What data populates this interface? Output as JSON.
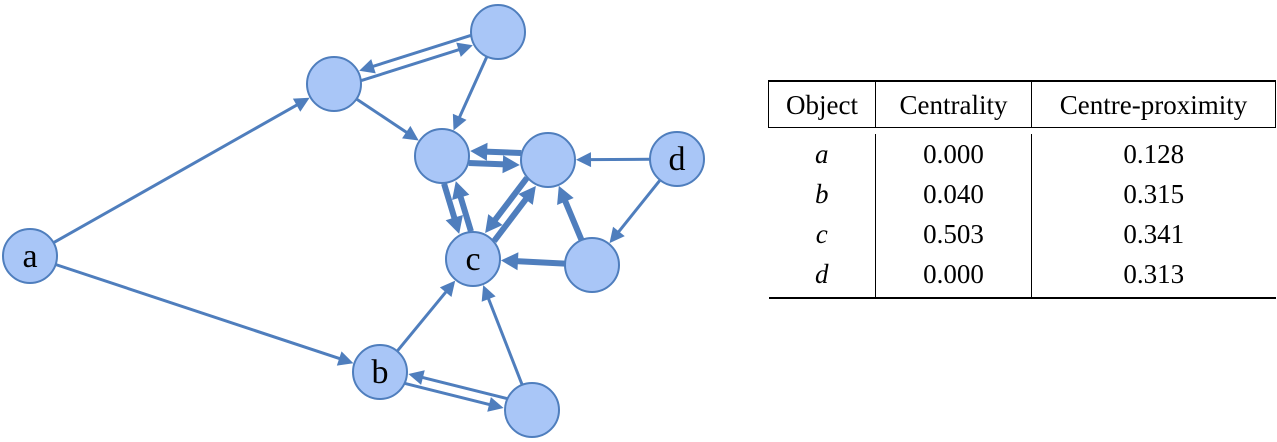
{
  "graph": {
    "node_color": "#a9c6f7",
    "edge_color": "#4f7ebd",
    "nodes": [
      {
        "id": "a",
        "label": "a"
      },
      {
        "id": "b",
        "label": "b"
      },
      {
        "id": "c",
        "label": "c"
      },
      {
        "id": "d",
        "label": "d"
      },
      {
        "id": "n1",
        "label": ""
      },
      {
        "id": "n2",
        "label": ""
      },
      {
        "id": "n3",
        "label": ""
      },
      {
        "id": "n4",
        "label": ""
      },
      {
        "id": "n5",
        "label": ""
      },
      {
        "id": "n6",
        "label": ""
      }
    ],
    "edges": [
      {
        "from": "a",
        "to": "n1",
        "weight": 1
      },
      {
        "from": "a",
        "to": "b",
        "weight": 1
      },
      {
        "from": "n1",
        "to": "n2",
        "weight": 1
      },
      {
        "from": "n2",
        "to": "n1",
        "weight": 1
      },
      {
        "from": "n2",
        "to": "n3",
        "weight": 1
      },
      {
        "from": "n1",
        "to": "n3",
        "weight": 1
      },
      {
        "from": "n3",
        "to": "n4",
        "weight": 2
      },
      {
        "from": "n4",
        "to": "n3",
        "weight": 2
      },
      {
        "from": "n3",
        "to": "c",
        "weight": 2
      },
      {
        "from": "c",
        "to": "n3",
        "weight": 2
      },
      {
        "from": "n4",
        "to": "c",
        "weight": 2
      },
      {
        "from": "c",
        "to": "n4",
        "weight": 2
      },
      {
        "from": "d",
        "to": "n4",
        "weight": 1
      },
      {
        "from": "d",
        "to": "n5",
        "weight": 1
      },
      {
        "from": "n5",
        "to": "n4",
        "weight": 2
      },
      {
        "from": "n5",
        "to": "c",
        "weight": 2
      },
      {
        "from": "b",
        "to": "c",
        "weight": 1
      },
      {
        "from": "b",
        "to": "n6",
        "weight": 1
      },
      {
        "from": "n6",
        "to": "b",
        "weight": 1
      },
      {
        "from": "n6",
        "to": "c",
        "weight": 1
      }
    ]
  },
  "table": {
    "headers": [
      "Object",
      "Centrality",
      "Centre-proximity"
    ],
    "rows": [
      {
        "object": "a",
        "centrality": "0.000",
        "centre_proximity": "0.128"
      },
      {
        "object": "b",
        "centrality": "0.040",
        "centre_proximity": "0.315"
      },
      {
        "object": "c",
        "centrality": "0.503",
        "centre_proximity": "0.341"
      },
      {
        "object": "d",
        "centrality": "0.000",
        "centre_proximity": "0.313"
      }
    ]
  }
}
